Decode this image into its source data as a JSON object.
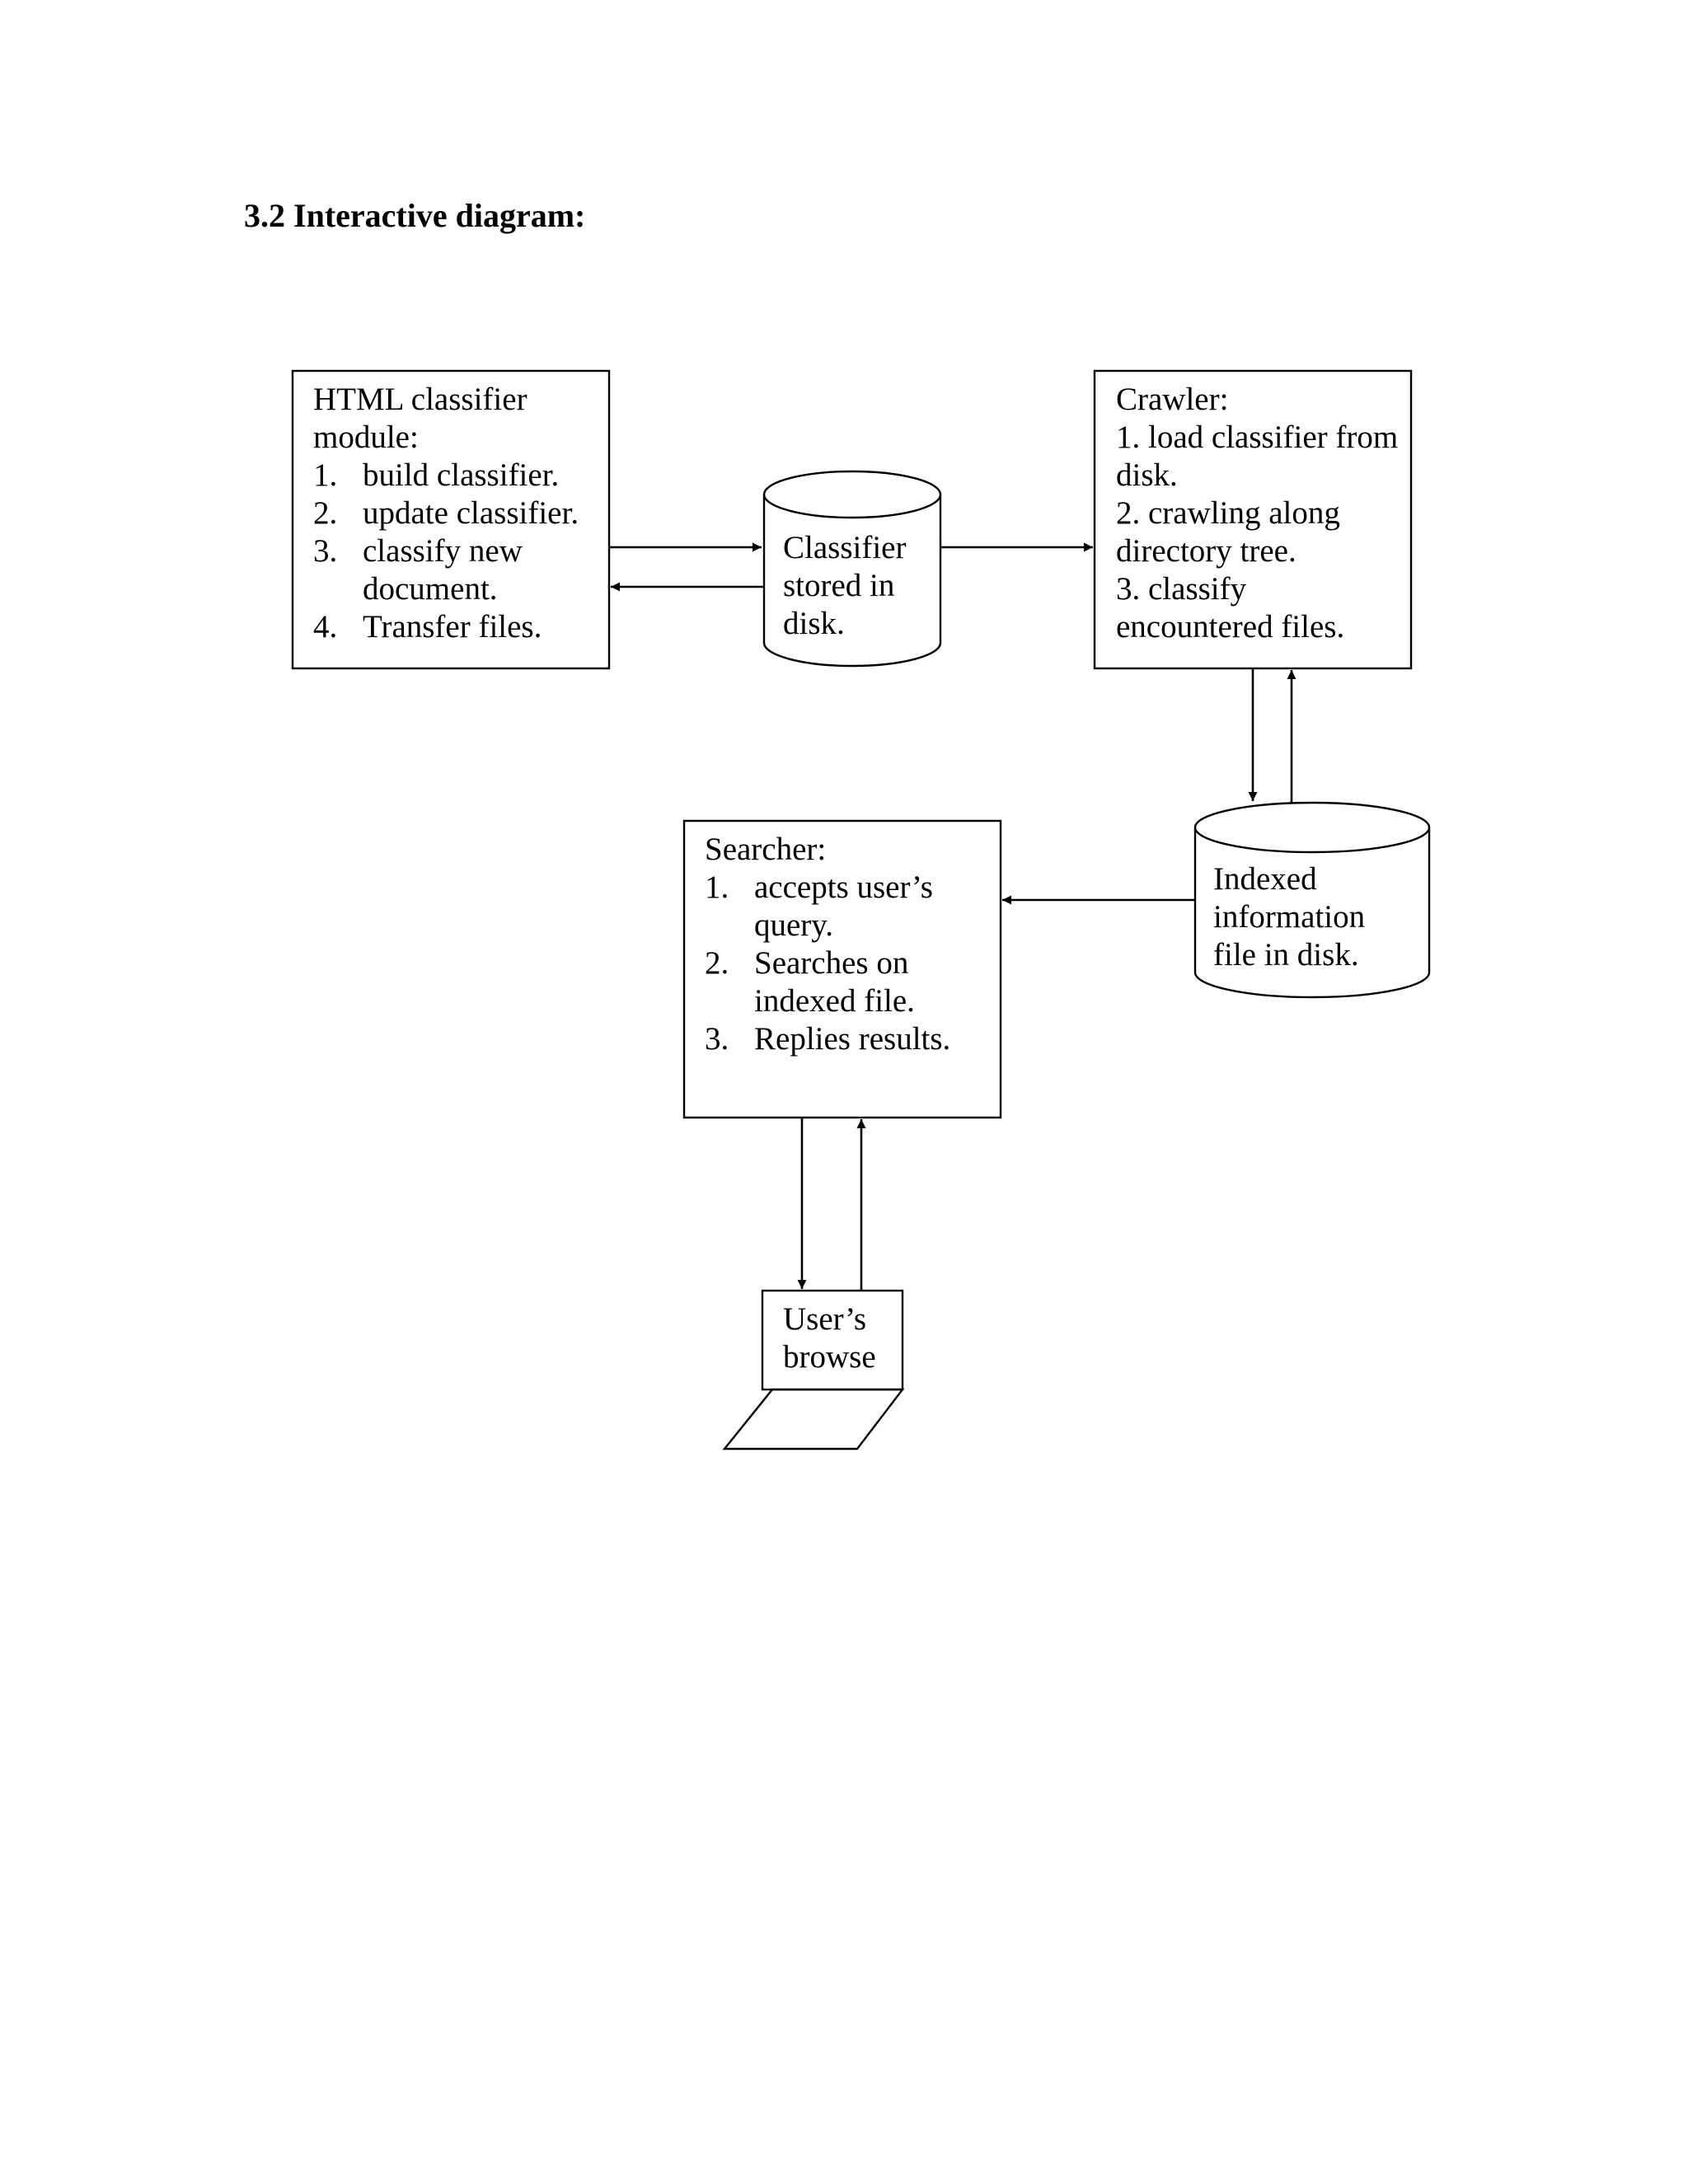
{
  "heading": "3.2 Interactive diagram:",
  "html_classifier": {
    "title": "HTML classifier module:",
    "items": [
      {
        "num": "1.",
        "text": "build classifier."
      },
      {
        "num": "2.",
        "text": "update classifier."
      },
      {
        "num": "3.",
        "text": "classify new document."
      },
      {
        "num": "4.",
        "text": "Transfer files."
      }
    ]
  },
  "classifier_store": {
    "label": "Classifier stored in disk."
  },
  "crawler": {
    "title": "Crawler:",
    "items": [
      "1. load classifier from disk.",
      "2. crawling along directory tree.",
      "3. classify encountered files."
    ]
  },
  "index_store": {
    "label": "Indexed information file in disk."
  },
  "searcher": {
    "title": "Searcher:",
    "items": [
      {
        "num": "1.",
        "text": "accepts user’s query."
      },
      {
        "num": "2.",
        "text": "Searches on indexed file."
      },
      {
        "num": "3.",
        "text": "Replies results."
      }
    ]
  },
  "browser": {
    "label": "User’s browse"
  }
}
